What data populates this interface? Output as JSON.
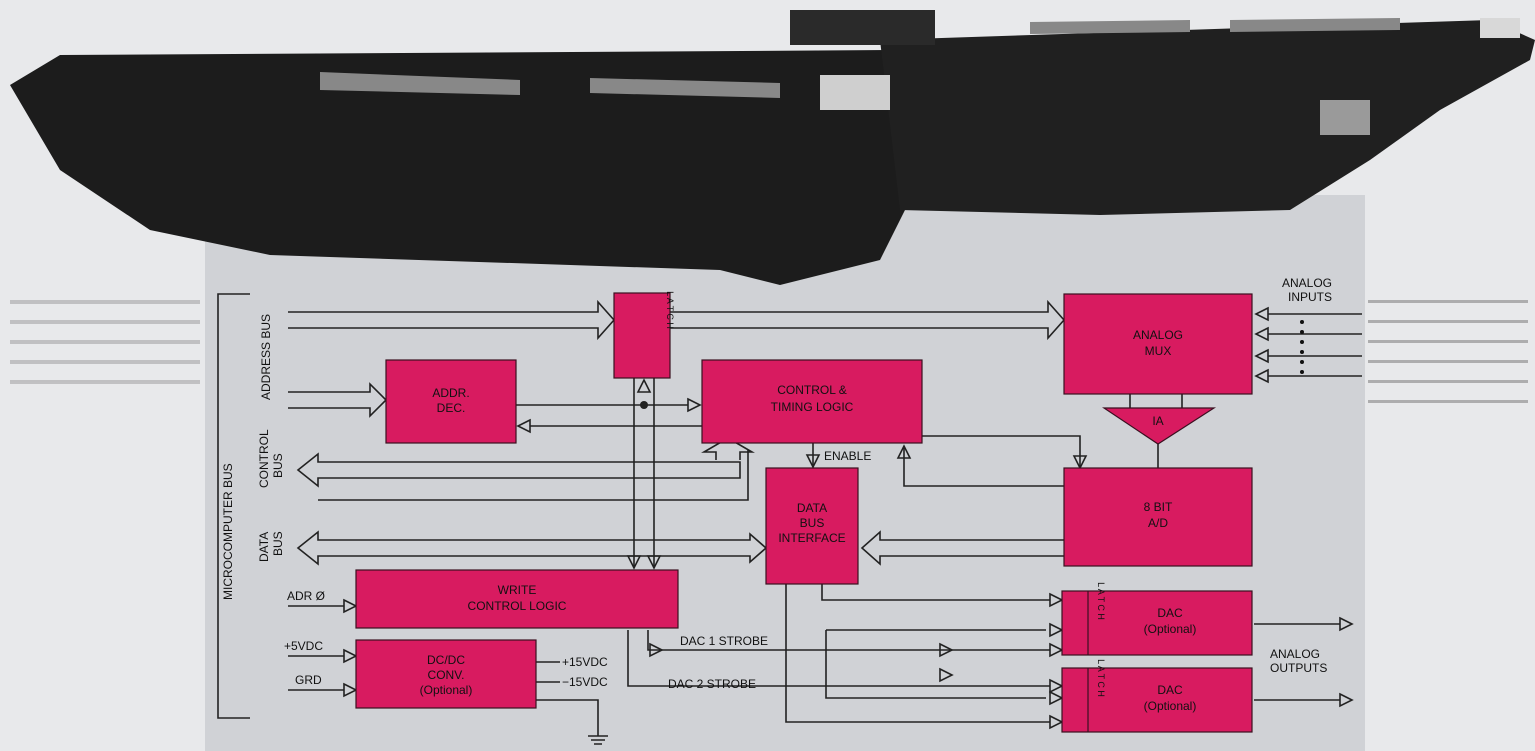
{
  "diagram": {
    "bus_labels": {
      "microcomputer_bus": "MICROCOMPUTER BUS",
      "address_bus": "ADDRESS BUS",
      "control_bus_1": "CONTROL",
      "control_bus_2": "BUS",
      "data_bus_1": "DATA",
      "data_bus_2": "BUS"
    },
    "blocks": {
      "latch_top": "L A T C H",
      "addr_dec_1": "ADDR.",
      "addr_dec_2": "DEC.",
      "control_timing_1": "CONTROL &",
      "control_timing_2": "TIMING LOGIC",
      "data_bus_interface_1": "DATA",
      "data_bus_interface_2": "BUS",
      "data_bus_interface_3": "INTERFACE",
      "write_control_1": "WRITE",
      "write_control_2": "CONTROL LOGIC",
      "dcdc_1": "DC/DC",
      "dcdc_2": "CONV.",
      "dcdc_3": "(Optional)",
      "analog_mux_1": "ANALOG",
      "analog_mux_2": "MUX",
      "ia": "IA",
      "adc_1": "8 BIT",
      "adc_2": "A/D",
      "dac_latch_1": "L A T C H",
      "dac1_1": "DAC",
      "dac1_2": "(Optional)",
      "dac_latch_2": "L A T C H",
      "dac2_1": "DAC",
      "dac2_2": "(Optional)"
    },
    "signals": {
      "enable": "ENABLE",
      "adr0": "ADR Ø",
      "plus5": "+5VDC",
      "grd": "GRD",
      "plus15": "+15VDC",
      "minus15": "−15VDC",
      "dac1_strobe": "DAC 1 STROBE",
      "dac2_strobe": "DAC 2 STROBE",
      "analog_inputs_1": "ANALOG",
      "analog_inputs_2": "INPUTS",
      "analog_outputs_1": "ANALOG",
      "analog_outputs_2": "OUTPUTS"
    }
  },
  "colors": {
    "block_fill": "#d81b60",
    "panel": "#c9ccd1",
    "board": "#1e1e1e"
  }
}
